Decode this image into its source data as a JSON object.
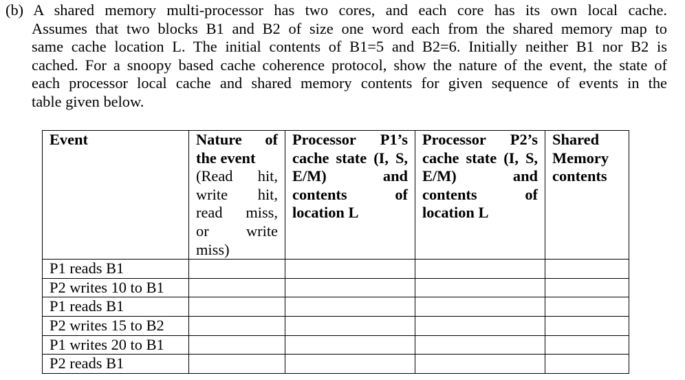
{
  "question": {
    "lines": [
      "(b) A shared memory multi-processor has two cores, and each core has its own local cache.",
      "Assumes that two blocks B1 and B2 of size one word each from the shared memory map to",
      "same cache location L. The initial contents of B1=5 and B2=6. Initially neither B1 nor B2 is",
      "cached. For a snoopy based cache coherence protocol, show the nature of the event, the state of",
      "each processor local cache and shared memory contents for given sequence of events in the",
      "table given below."
    ]
  },
  "table": {
    "headers": {
      "event": "Event",
      "nature": {
        "lines": [
          "Nature of",
          "the event"
        ],
        "sub_lines": [
          "(Read hit,",
          "write hit,",
          "read miss,",
          "or write",
          "miss)"
        ]
      },
      "p1": {
        "lines": [
          "Processor P1’s",
          "cache state (I, S,",
          "E/M) and",
          "contents of",
          "location L"
        ]
      },
      "p2": {
        "lines": [
          "Processor P2’s",
          "cache state (I, S,",
          "E/M) and",
          "contents of",
          "location L"
        ]
      },
      "memory": {
        "lines": [
          "Shared",
          "Memory",
          "contents"
        ]
      }
    },
    "rows": [
      {
        "event": "P1 reads B1",
        "nature": "",
        "p1": "",
        "p2": "",
        "memory": ""
      },
      {
        "event": "P2 writes 10 to B1",
        "nature": "",
        "p1": "",
        "p2": "",
        "memory": ""
      },
      {
        "event": "P1 reads B1",
        "nature": "",
        "p1": "",
        "p2": "",
        "memory": ""
      },
      {
        "event": "P2 writes 15 to B2",
        "nature": "",
        "p1": "",
        "p2": "",
        "memory": ""
      },
      {
        "event": "P1 writes 20 to B1",
        "nature": "",
        "p1": "",
        "p2": "",
        "memory": ""
      },
      {
        "event": "P2 reads B1",
        "nature": "",
        "p1": "",
        "p2": "",
        "memory": ""
      }
    ]
  }
}
